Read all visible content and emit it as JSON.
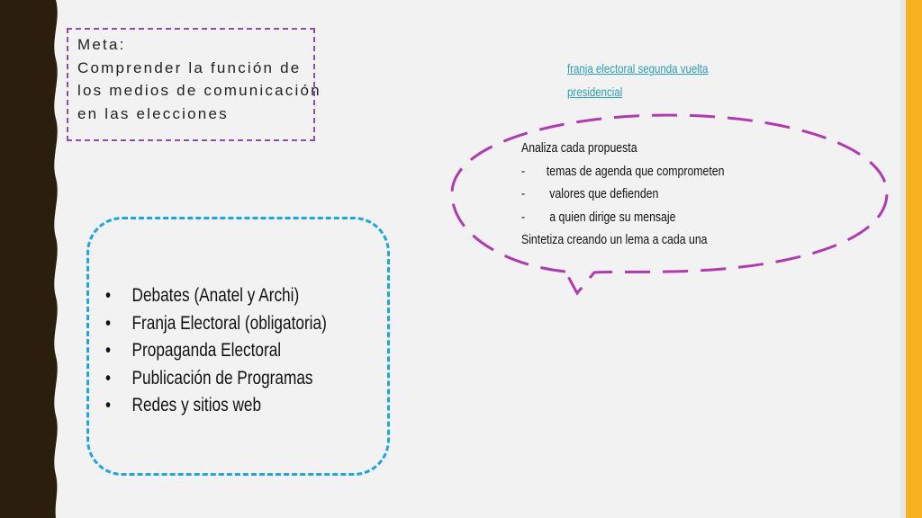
{
  "meta": {
    "lines": [
      "Meta:",
      "Comprender la función de",
      "los medios de comunicación",
      "en las elecciones"
    ]
  },
  "link": {
    "lines": [
      "franja electoral segunda vuelta",
      "presidencial"
    ]
  },
  "bubble": {
    "title": "Analiza cada  propuesta",
    "items": [
      "temas de agenda que comprometen",
      " valores que defienden",
      " a quien dirige su mensaje"
    ],
    "dash": "-",
    "footer": "Sintetiza creando un lema a cada una"
  },
  "list": {
    "items": [
      "Debates (Anatel  y Archi)",
      "Franja Electoral (obligatoria)",
      "Propaganda Electoral",
      "Publicación de Programas",
      "Redes y sitios web"
    ]
  },
  "colors": {
    "left_wave": "#2b1e0d",
    "meta_border": "#8a4fb5",
    "bubble_border": "#b03bb0",
    "list_border": "#1ea6e0",
    "link": "#2a9fb0",
    "right_accent": "#f6b120"
  }
}
